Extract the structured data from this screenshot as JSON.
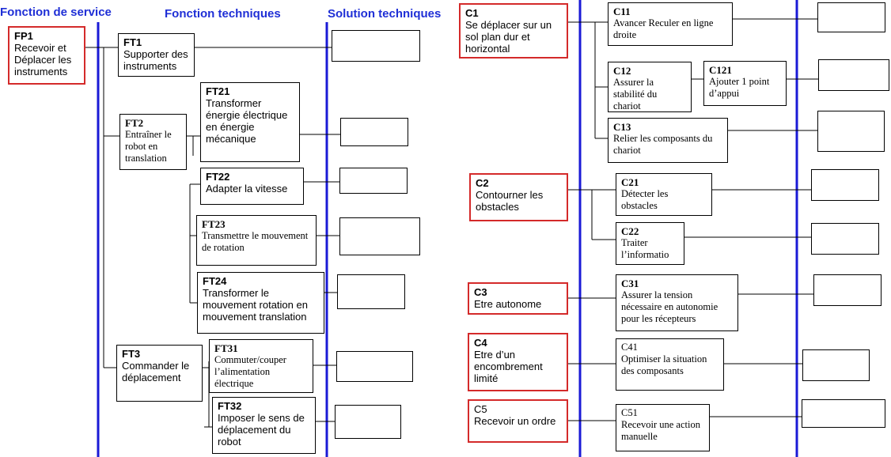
{
  "headers": {
    "service": "Fonction de service",
    "techniques": "Fonction techniques",
    "solutions": "Solution techniques"
  },
  "colors": {
    "header_blue": "#1f2fd6",
    "vertical_line": "#1a1ad6",
    "red_border": "#d42a2a"
  },
  "boxes": {
    "fp1": {
      "label": "FP1",
      "text": "Recevoir et Déplacer les instruments"
    },
    "ft1": {
      "label": "FT1",
      "text": "Supporter des instruments"
    },
    "ft2": {
      "label": "FT2",
      "text": "Entraîner le robot en translation"
    },
    "ft21": {
      "label": "FT21",
      "text": "Transformer énergie électrique en énergie mécanique"
    },
    "ft22": {
      "label": "FT22",
      "text": "Adapter la vitesse"
    },
    "ft23": {
      "label": "FT23",
      "text": "Transmettre le mouvement de rotation"
    },
    "ft24": {
      "label": "FT24",
      "text": "Transformer le mouvement rotation en mouvement translation"
    },
    "ft3": {
      "label": "FT3",
      "text": "Commander le déplacement"
    },
    "ft31": {
      "label": "FT31",
      "text": "Commuter/couper l’alimentation électrique"
    },
    "ft32": {
      "label": "FT32",
      "text": "Imposer le sens de déplacement du robot"
    },
    "c1": {
      "label": "C1",
      "text": "Se déplacer sur un sol plan dur et horizontal"
    },
    "c11": {
      "label": "C11",
      "text": "Avancer Reculer en ligne droite"
    },
    "c12": {
      "label": "C12",
      "text": "Assurer la stabilité du chariot"
    },
    "c121": {
      "label": "C121",
      "text": "Ajouter 1 point d’appui"
    },
    "c13": {
      "label": "C13",
      "text": "Relier les composants du chariot"
    },
    "c2": {
      "label": "C2",
      "text": "Contourner les obstacles"
    },
    "c21": {
      "label": "C21",
      "text": "Détecter les obstacles"
    },
    "c22": {
      "label": "C22",
      "text": "Traiter l’informatio"
    },
    "c3": {
      "label": "C3",
      "text": "Etre autonome"
    },
    "c31": {
      "label": "C31",
      "text": "Assurer la tension nécessaire en autonomie pour les récepteurs"
    },
    "c4": {
      "label": "C4",
      "text": "Etre d’un encombrement limité"
    },
    "c41": {
      "label": "C41",
      "text": "Optimiser la situation des composants"
    },
    "c5": {
      "label": "C5",
      "text": "Recevoir un ordre"
    },
    "c51": {
      "label": "C51",
      "text": "Recevoir une action manuelle"
    }
  }
}
